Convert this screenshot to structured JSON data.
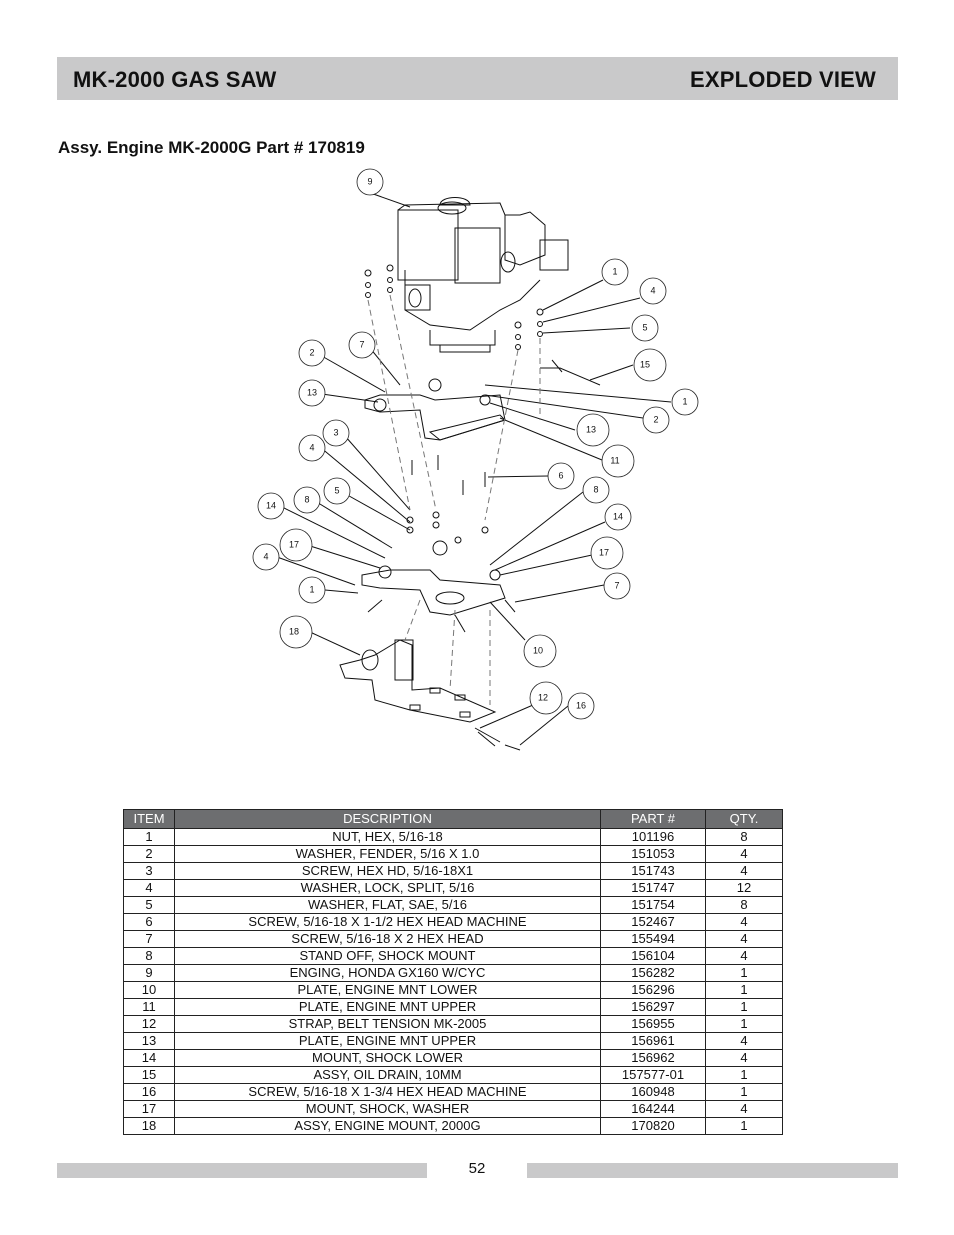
{
  "header": {
    "left": "MK-2000 GAS SAW",
    "right": "EXPLODED VIEW"
  },
  "section_title": "Assy. Engine MK-2000G Part # 170819",
  "diagram": {
    "callouts": [
      "9",
      "1",
      "4",
      "5",
      "15",
      "1",
      "2",
      "13",
      "11",
      "6",
      "8",
      "14",
      "17",
      "7",
      "10",
      "12",
      "16",
      "2",
      "7",
      "13",
      "3",
      "4",
      "5",
      "8",
      "14",
      "17",
      "4",
      "1",
      "18"
    ]
  },
  "table": {
    "headers": [
      "ITEM",
      "DESCRIPTION",
      "PART #",
      "QTY."
    ],
    "rows": [
      [
        "1",
        "NUT, HEX, 5/16-18",
        "101196",
        "8"
      ],
      [
        "2",
        "WASHER, FENDER, 5/16 X 1.0",
        "151053",
        "4"
      ],
      [
        "3",
        "SCREW, HEX HD, 5/16-18X1",
        "151743",
        "4"
      ],
      [
        "4",
        "WASHER, LOCK, SPLIT, 5/16",
        "151747",
        "12"
      ],
      [
        "5",
        "WASHER, FLAT, SAE, 5/16",
        "151754",
        "8"
      ],
      [
        "6",
        "SCREW, 5/16-18 X 1-1/2 HEX HEAD MACHINE",
        "152467",
        "4"
      ],
      [
        "7",
        "SCREW, 5/16-18 X 2 HEX HEAD",
        "155494",
        "4"
      ],
      [
        "8",
        "STAND OFF, SHOCK MOUNT",
        "156104",
        "4"
      ],
      [
        "9",
        "ENGING, HONDA GX160 W/CYC",
        "156282",
        "1"
      ],
      [
        "10",
        "PLATE, ENGINE MNT LOWER",
        "156296",
        "1"
      ],
      [
        "11",
        "PLATE, ENGINE MNT UPPER",
        "156297",
        "1"
      ],
      [
        "12",
        "STRAP, BELT TENSION MK-2005",
        "156955",
        "1"
      ],
      [
        "13",
        "PLATE, ENGINE MNT UPPER",
        "156961",
        "4"
      ],
      [
        "14",
        "MOUNT, SHOCK LOWER",
        "156962",
        "4"
      ],
      [
        "15",
        "ASSY, OIL DRAIN, 10MM",
        "157577-01",
        "1"
      ],
      [
        "16",
        "SCREW, 5/16-18 X 1-3/4 HEX HEAD MACHINE",
        "160948",
        "1"
      ],
      [
        "17",
        "MOUNT, SHOCK, WASHER",
        "164244",
        "4"
      ],
      [
        "18",
        "ASSY, ENGINE MOUNT, 2000G",
        "170820",
        "1"
      ]
    ]
  },
  "footer": {
    "page_number": "52"
  }
}
